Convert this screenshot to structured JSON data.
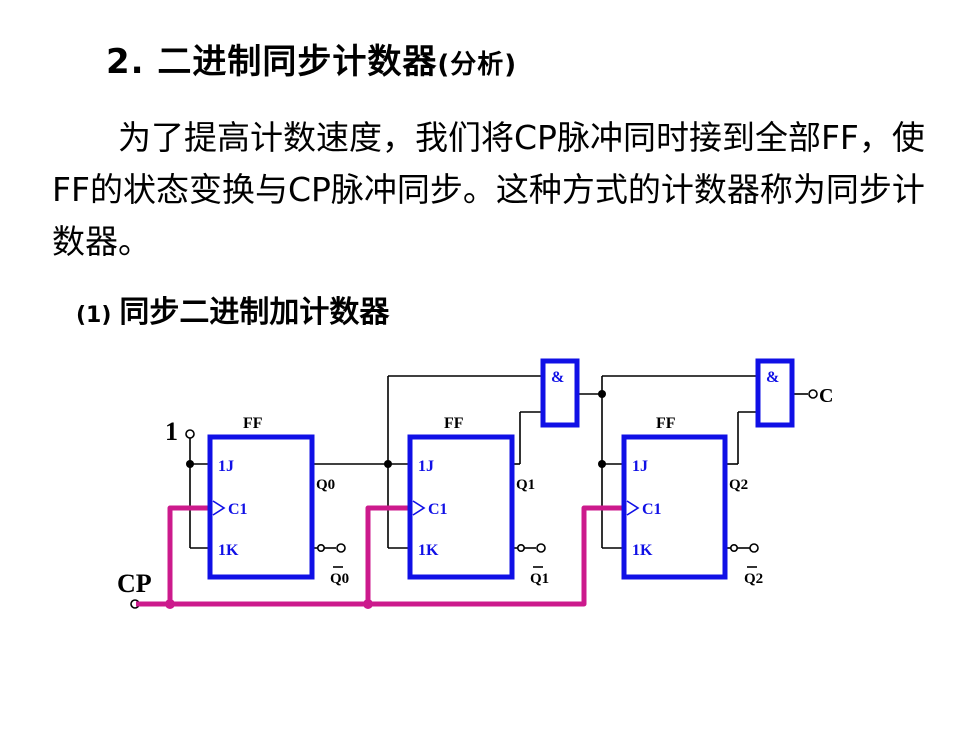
{
  "heading": {
    "main": "2. 二进制同步计数器",
    "paren": "(分析)"
  },
  "paragraph": "为了提高计数速度，我们将CP脉冲同时接到全部FF，使FF的状态变换与CP脉冲同步。这种方式的计数器称为同步计数器。",
  "subheading": {
    "number": "(1)",
    "text": "同步二进制加计数器"
  },
  "circuit": {
    "input_one": "1",
    "clock": "CP",
    "carry_out": "C",
    "gate_symbol": "&",
    "ff_label": "FF",
    "pin_j": "1J",
    "pin_c": "C1",
    "pin_k": "1K",
    "outputs": [
      "Q0",
      "Q1",
      "Q2"
    ],
    "colors": {
      "ff_box": "#1010e6",
      "clock_line": "#cc1a8c",
      "wire": "#000000"
    }
  }
}
